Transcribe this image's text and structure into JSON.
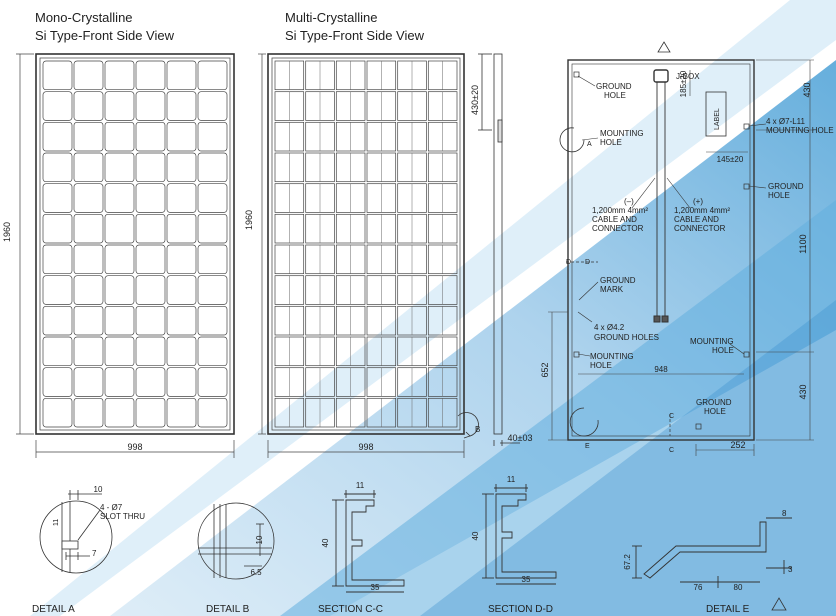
{
  "titles": {
    "mono_line1": "Mono-Crystalline",
    "mono_line2": "Si Type-Front Side View",
    "multi_line1": "Multi-Crystalline",
    "multi_line2": "Si Type-Front Side View"
  },
  "dims": {
    "height_1960": "1960",
    "width_998": "998",
    "side_430_20": "430±20",
    "side_40_03": "40±03",
    "detail_b_mark": "B",
    "back_430_top": "430",
    "back_1100": "1100",
    "back_430_bottom": "430",
    "back_652": "652",
    "back_948": "948",
    "back_252": "252",
    "back_185_20": "185±20",
    "back_145_20": "145±20",
    "mark_a": "A",
    "mark_e": "E",
    "mark_c": "C",
    "mark_d": "D"
  },
  "back": {
    "ground_hole_line1": "GROUND",
    "ground_hole_line2": "HOLE",
    "jbox": "J-BOX",
    "label": "LABEL",
    "mounting_holes_spec": "4 x Ø7-L11",
    "mounting_holes_label": "MOUNTING HOLE",
    "mounting_hole_line1": "MOUNTING",
    "mounting_hole_line2": "HOLE",
    "neg_sign": "(–)",
    "pos_sign": "(+)",
    "cable_line1": "1,200mm 4mm²",
    "cable_line2": "CABLE AND",
    "cable_line3": "CONNECTOR",
    "ground_mark_line1": "GROUND",
    "ground_mark_line2": "MARK",
    "ground_holes_spec": "4 x Ø4.2",
    "ground_holes_label": "GROUND HOLES"
  },
  "details": {
    "a_title": "DETAIL A",
    "a_10": "10",
    "a_11": "11",
    "a_7": "7",
    "a_slot_line1": "4 - Ø7",
    "a_slot_line2": "SLOT THRU",
    "b_title": "DETAIL B",
    "b_10": "10",
    "b_65": "6.5",
    "cc_title": "SECTION C-C",
    "cc_11": "11",
    "cc_40": "40",
    "cc_35": "35",
    "dd_title": "SECTION D-D",
    "dd_11": "11",
    "dd_40": "40",
    "dd_35": "35",
    "e_title": "DETAIL E",
    "e_672": "67.2",
    "e_76": "76",
    "e_80": "80",
    "e_8": "8",
    "e_3": "3"
  },
  "colors": {
    "band_light": "#cfe4f4",
    "band_mid": "#8fc3e6",
    "band_deep": "#3f97d2",
    "line": "#333333"
  }
}
